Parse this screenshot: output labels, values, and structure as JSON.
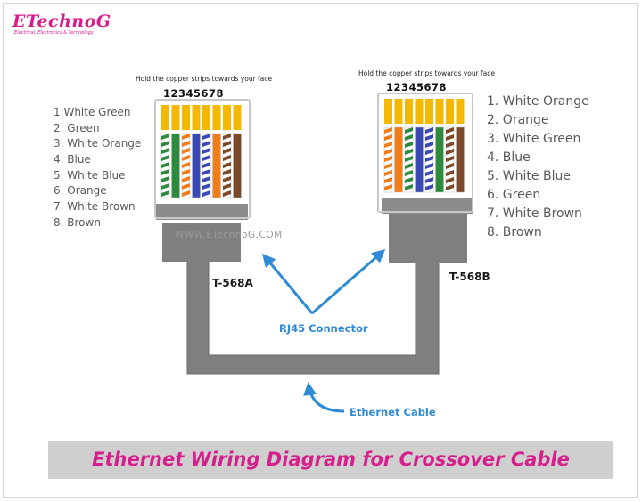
{
  "logo": {
    "main": "ETechnoG",
    "sub": "Electrical, Electronics & Technology"
  },
  "connector_a": {
    "instruction": "Hold the copper strips towards your face",
    "pin_numbers": "12345678",
    "standard": "T-568A",
    "pins": [
      "1.White Green",
      "2. Green",
      "3. White Orange",
      "4. Blue",
      "5. White Blue",
      "6. Orange",
      "7.  White Brown",
      "8. Brown"
    ],
    "wire_colors": [
      {
        "base": "#ffffff",
        "stripe": "#2e8b3d"
      },
      {
        "base": "#2e8b3d",
        "stripe": null
      },
      {
        "base": "#ffffff",
        "stripe": "#f07d1a"
      },
      {
        "base": "#3a49b5",
        "stripe": null
      },
      {
        "base": "#ffffff",
        "stripe": "#3a49b5"
      },
      {
        "base": "#f07d1a",
        "stripe": null
      },
      {
        "base": "#ffffff",
        "stripe": "#7a4a2a"
      },
      {
        "base": "#7a4a2a",
        "stripe": null
      }
    ]
  },
  "connector_b": {
    "instruction": "Hold the copper strips towards your face",
    "pin_numbers": "12345678",
    "standard": "T-568B",
    "pins": [
      "1. White Orange",
      "2. Orange",
      "3. White Green",
      "4. Blue",
      "5. White Blue",
      "6. Green",
      "7. White Brown",
      "8. Brown"
    ],
    "wire_colors": [
      {
        "base": "#ffffff",
        "stripe": "#f07d1a"
      },
      {
        "base": "#f07d1a",
        "stripe": null
      },
      {
        "base": "#ffffff",
        "stripe": "#2e8b3d"
      },
      {
        "base": "#3a49b5",
        "stripe": null
      },
      {
        "base": "#ffffff",
        "stripe": "#3a49b5"
      },
      {
        "base": "#2e8b3d",
        "stripe": null
      },
      {
        "base": "#ffffff",
        "stripe": "#7a4a2a"
      },
      {
        "base": "#7a4a2a",
        "stripe": null
      }
    ]
  },
  "watermark": "WWW.ETechnoG.COM",
  "labels": {
    "rj45": "RJ45 Connector",
    "cable": "Ethernet Cable"
  },
  "title": "Ethernet Wiring Diagram for Crossover Cable",
  "colors": {
    "brand": "#d81b8c",
    "label_blue": "#2f8bd6",
    "cable_gray": "#7f7f7f",
    "copper": "#f5b800"
  }
}
